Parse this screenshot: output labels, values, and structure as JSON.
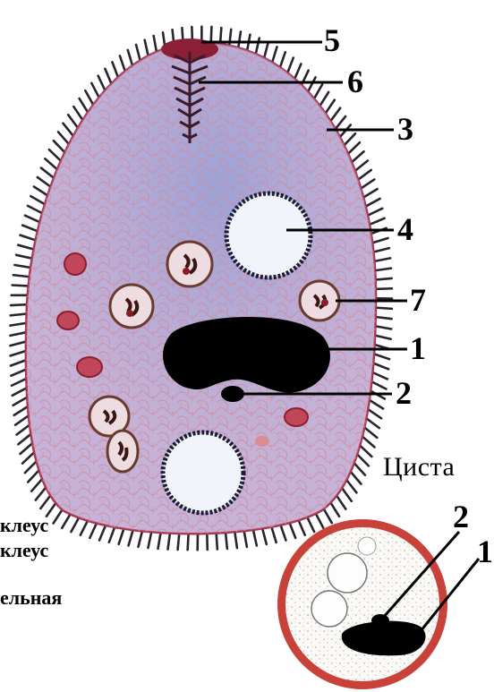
{
  "labels": {
    "macronucleus": "1",
    "micronucleus": "2",
    "cilia": "3",
    "contractile_vacuole": "4",
    "cell_mouth": "5",
    "cytopharynx": "6",
    "digestive_vacuole": "7"
  },
  "cyst": {
    "title": "Циста",
    "label_micronucleus": "2",
    "label_macronucleus": "1"
  },
  "legend": {
    "line1": "клеус",
    "line2": "клеус",
    "line3": "ельная"
  },
  "colors": {
    "cytoplasm": "#b7b2de",
    "cell_mesh": "#d08a9c",
    "membrane": "#a8324a",
    "cilia": "#2a2430",
    "nucleus": "#000000",
    "vacuole_fill": "#f2f4fb",
    "vacuole_rim": "#1c1c36",
    "food_vacuole": "#b8474f",
    "cyst_wall": "#c9423a"
  }
}
